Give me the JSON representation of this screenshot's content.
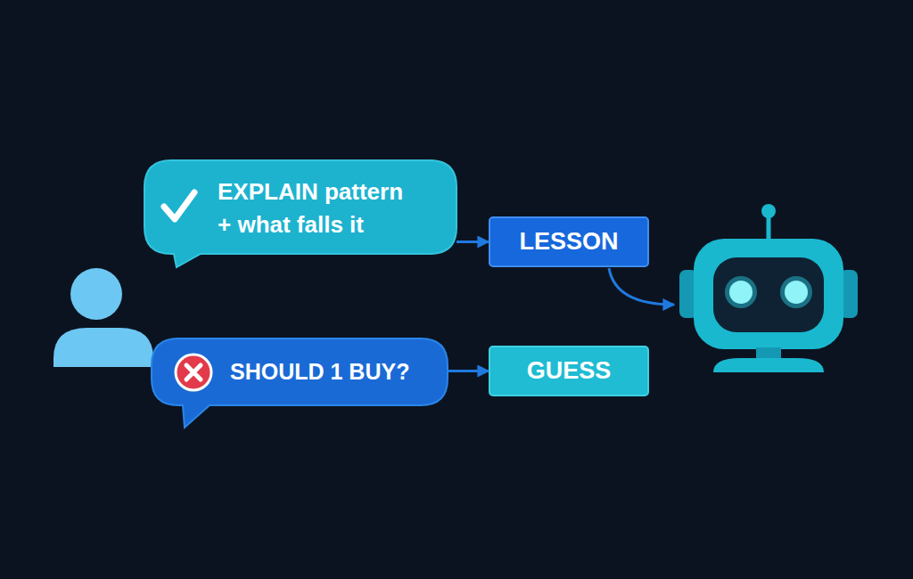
{
  "diagram": {
    "nodes": [
      {
        "text": [
          "EXPLAIN pattern + what falls it"
        ]
      },
      {
        "text": [
          "LESSON"
        ]
      },
      {
        "text": [
          "SHOULD 1 BUY?"
        ]
      },
      {
        "text": [
          "GUESS"
        ]
      }
    ],
    "edges": [
      {
        "from": 0,
        "to": 1,
        "arrow": "to"
      },
      {
        "from": 2,
        "to": 3,
        "arrow": "to"
      }
    ]
  }
}
